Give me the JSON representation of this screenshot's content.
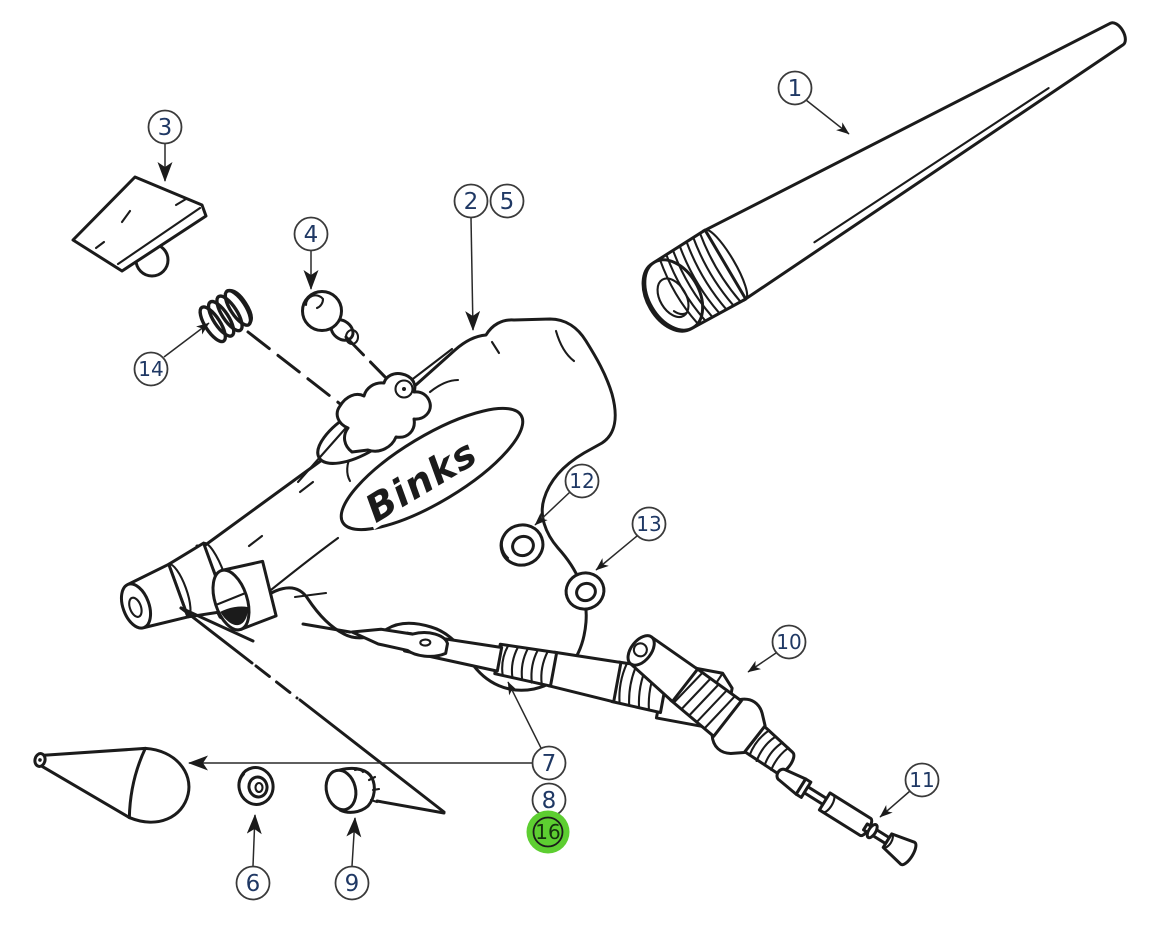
{
  "diagram": {
    "brand_text": "Binks",
    "colors": {
      "line": "#1b1b1b",
      "number": "#1f3864",
      "circle_stroke": "#3a3a3a",
      "highlight": "#5dce31",
      "background": "#ffffff"
    },
    "callouts": [
      {
        "id": "1",
        "label": "1",
        "highlighted": false
      },
      {
        "id": "2",
        "label": "2",
        "highlighted": false
      },
      {
        "id": "3",
        "label": "3",
        "highlighted": false
      },
      {
        "id": "4",
        "label": "4",
        "highlighted": false
      },
      {
        "id": "5",
        "label": "5",
        "highlighted": false
      },
      {
        "id": "6",
        "label": "6",
        "highlighted": false
      },
      {
        "id": "7",
        "label": "7",
        "highlighted": false
      },
      {
        "id": "8",
        "label": "8",
        "highlighted": false
      },
      {
        "id": "9",
        "label": "9",
        "highlighted": false
      },
      {
        "id": "10",
        "label": "10",
        "highlighted": false
      },
      {
        "id": "11",
        "label": "11",
        "highlighted": false
      },
      {
        "id": "12",
        "label": "12",
        "highlighted": false
      },
      {
        "id": "13",
        "label": "13",
        "highlighted": false
      },
      {
        "id": "14",
        "label": "14",
        "highlighted": false
      },
      {
        "id": "16",
        "label": "16",
        "highlighted": true
      }
    ]
  }
}
